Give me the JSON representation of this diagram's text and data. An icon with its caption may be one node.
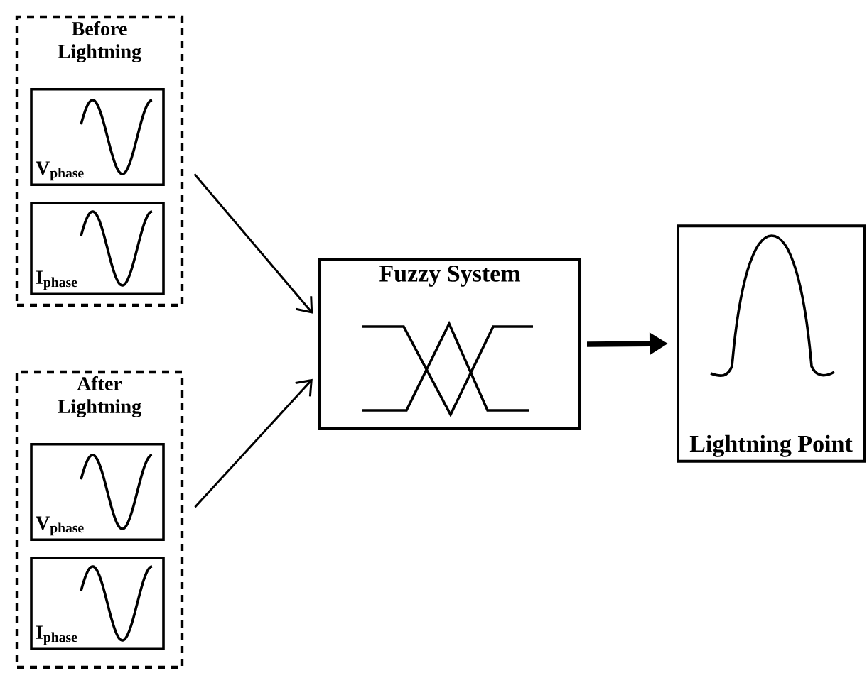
{
  "diagram": {
    "nodes": [
      {
        "text": [
          "Before Lightning"
        ]
      },
      {
        "text": [
          "V$_{phase}$"
        ],
        "in": 0
      },
      {
        "text": [
          "I$_{phase}$"
        ],
        "in": 0
      },
      {
        "text": [
          "After Lightning"
        ]
      },
      {
        "text": [
          "V$_{phase}$"
        ],
        "in": 3
      },
      {
        "text": [
          "I$_{phase}$"
        ],
        "in": 3
      },
      {
        "text": [
          "Fuzzy System"
        ]
      },
      {
        "text": [
          "Lightning Point"
        ]
      }
    ],
    "edges": [
      {
        "from": 0,
        "to": 6,
        "arrow": "to"
      },
      {
        "from": 3,
        "to": 6,
        "arrow": "to"
      },
      {
        "from": 6,
        "to": 7,
        "arrow": "to",
        "style": "thick"
      }
    ]
  }
}
